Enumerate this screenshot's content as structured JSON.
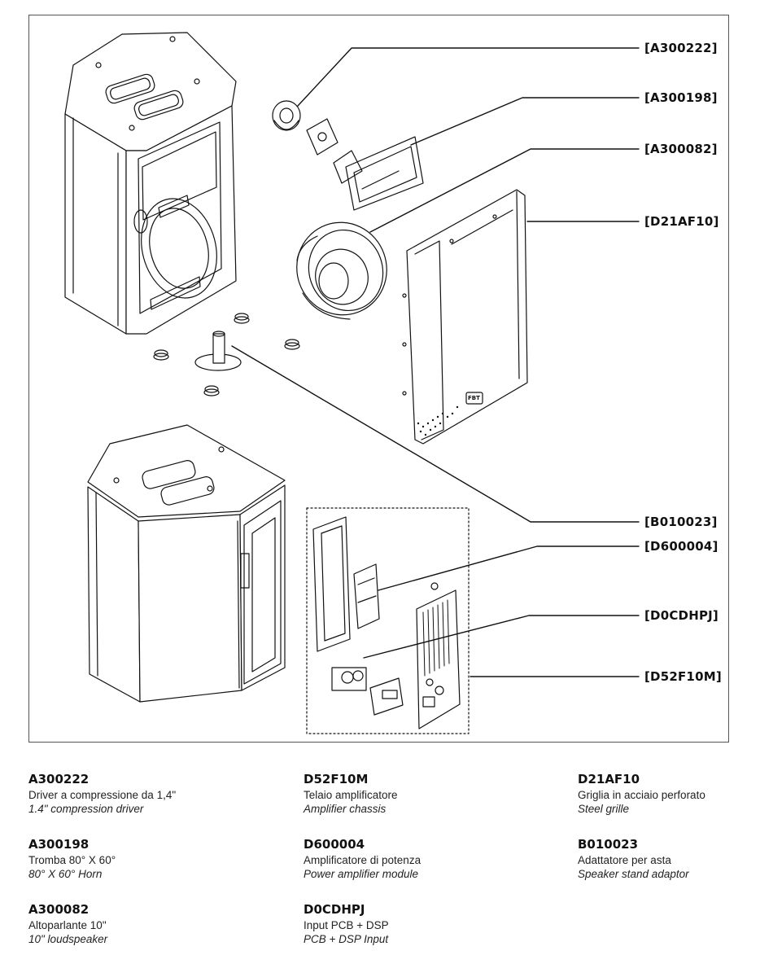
{
  "callouts": [
    {
      "code": "[A300222]"
    },
    {
      "code": "[A300198]"
    },
    {
      "code": "[A300082]"
    },
    {
      "code": "[D21AF10]"
    },
    {
      "code": "[B010023]"
    },
    {
      "code": "[D600004]"
    },
    {
      "code": "[D0CDHPJ]"
    },
    {
      "code": "[D52F10M]"
    }
  ],
  "legend": [
    [
      {
        "code": "A300222",
        "it": "Driver a compressione da 1,4\"",
        "en": "1.4\" compression driver"
      },
      {
        "code": "A300198",
        "it": "Tromba 80° X 60°",
        "en": "80° X 60° Horn"
      },
      {
        "code": "A300082",
        "it": "Altoparlante 10\"",
        "en": "10\" loudspeaker"
      }
    ],
    [
      {
        "code": "D52F10M",
        "it": "Telaio amplificatore",
        "en": "Amplifier chassis"
      },
      {
        "code": "D600004",
        "it": "Amplificatore di potenza",
        "en": "Power amplifier module"
      },
      {
        "code": "D0CDHPJ",
        "it": "Input PCB + DSP",
        "en": "PCB + DSP Input"
      }
    ],
    [
      {
        "code": "D21AF10",
        "it": "Griglia in acciaio perforato",
        "en": "Steel grille"
      },
      {
        "code": "B010023",
        "it": "Adattatore per asta",
        "en": "Speaker stand adaptor"
      }
    ]
  ],
  "grille_logo": "FBT"
}
